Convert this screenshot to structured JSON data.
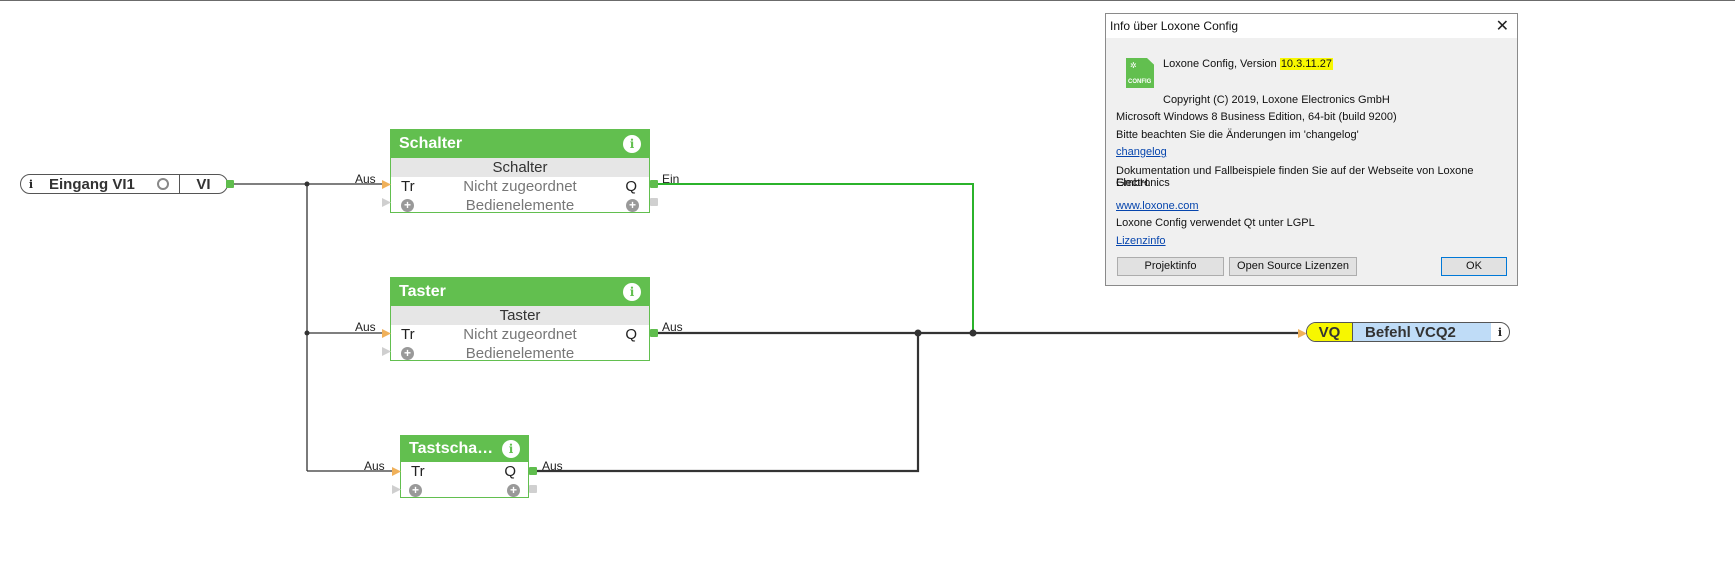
{
  "canvas": {
    "input": {
      "icon": "info-icon",
      "name": "Eingang VI1",
      "type": "VI"
    },
    "output": {
      "type": "VQ",
      "name": "Befehl VCQ2",
      "icon": "info-icon"
    },
    "blocks": {
      "schalter": {
        "title": "Schalter",
        "subtitle": "Schalter",
        "in_pin": "Tr",
        "assigned": "Nicht zugeordnet",
        "out_pin": "Q",
        "controls": "Bedienelemente",
        "in_label": "Aus",
        "out_label": "Ein"
      },
      "taster": {
        "title": "Taster",
        "subtitle": "Taster",
        "in_pin": "Tr",
        "assigned": "Nicht zugeordnet",
        "out_pin": "Q",
        "controls": "Bedienelemente",
        "in_label": "Aus",
        "out_label": "Aus"
      },
      "tastschalter": {
        "title": "Tastscha…",
        "in_pin": "Tr",
        "out_pin": "Q",
        "in_label": "Aus",
        "out_label": "Aus"
      }
    },
    "colors": {
      "block_green": "#62bf4f",
      "active_wire": "#2bb32b",
      "wire": "#333333",
      "output_blue": "#bfdcf7",
      "output_yellow": "#f7f700"
    }
  },
  "dialog": {
    "title": "Info über Loxone Config",
    "version_prefix": "Loxone Config, Version ",
    "version": "10.3.11.27",
    "logo_text": "CONFIG",
    "copyright": "Copyright (C) 2019, Loxone Electronics GmbH",
    "os": "Microsoft Windows 8 Business Edition, 64-bit (build 9200)",
    "changelog_note": "Bitte beachten Sie die Änderungen im 'changelog'",
    "changelog_link": "changelog",
    "docs_line1": "Dokumentation und Fallbeispiele finden Sie auf der Webseite von Loxone Electronics",
    "docs_line2": "GmbH.",
    "website": "www.loxone.com",
    "qt_note": "Loxone Config verwendet Qt unter LGPL",
    "license_link": "Lizenzinfo",
    "buttons": {
      "project_info": "Projektinfo",
      "open_source": "Open Source Lizenzen",
      "ok": "OK"
    }
  }
}
